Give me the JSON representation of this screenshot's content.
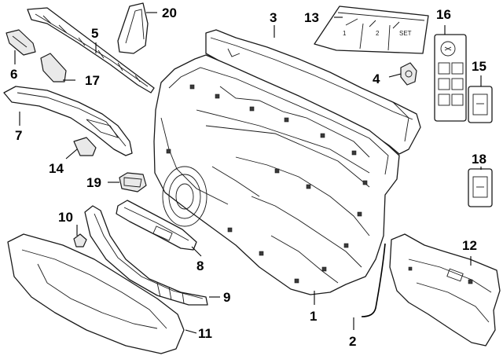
{
  "callouts": [
    {
      "id": "1",
      "label": "1"
    },
    {
      "id": "2",
      "label": "2"
    },
    {
      "id": "3",
      "label": "3"
    },
    {
      "id": "4",
      "label": "4"
    },
    {
      "id": "5",
      "label": "5"
    },
    {
      "id": "6",
      "label": "6"
    },
    {
      "id": "7",
      "label": "7"
    },
    {
      "id": "8",
      "label": "8"
    },
    {
      "id": "9",
      "label": "9"
    },
    {
      "id": "10",
      "label": "10"
    },
    {
      "id": "11",
      "label": "11"
    },
    {
      "id": "12",
      "label": "12"
    },
    {
      "id": "13",
      "label": "13"
    },
    {
      "id": "14",
      "label": "14"
    },
    {
      "id": "15",
      "label": "15"
    },
    {
      "id": "16",
      "label": "16"
    },
    {
      "id": "17",
      "label": "17"
    },
    {
      "id": "18",
      "label": "18"
    },
    {
      "id": "19",
      "label": "19"
    },
    {
      "id": "20",
      "label": "20"
    }
  ],
  "memory_switch_keys": [
    "1",
    "2",
    "SET"
  ]
}
